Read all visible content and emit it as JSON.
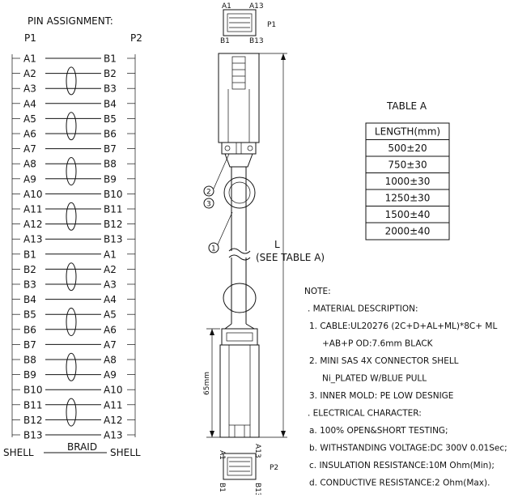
{
  "pin_assignment": {
    "title": "PIN ASSIGNMENT:",
    "left_header": "P1",
    "right_header": "P2",
    "rows": [
      {
        "left": "A1",
        "right": "B1"
      },
      {
        "left": "A2",
        "right": "B2"
      },
      {
        "left": "A3",
        "right": "B3"
      },
      {
        "left": "A4",
        "right": "B4"
      },
      {
        "left": "A5",
        "right": "B5"
      },
      {
        "left": "A6",
        "right": "B6"
      },
      {
        "left": "A7",
        "right": "B7"
      },
      {
        "left": "A8",
        "right": "B8"
      },
      {
        "left": "A9",
        "right": "B9"
      },
      {
        "left": "A10",
        "right": "B10"
      },
      {
        "left": "A11",
        "right": "B11"
      },
      {
        "left": "A12",
        "right": "B12"
      },
      {
        "left": "A13",
        "right": "B13"
      },
      {
        "left": "B1",
        "right": "A1"
      },
      {
        "left": "B2",
        "right": "A2"
      },
      {
        "left": "B3",
        "right": "A3"
      },
      {
        "left": "B4",
        "right": "A4"
      },
      {
        "left": "B5",
        "right": "A5"
      },
      {
        "left": "B6",
        "right": "A6"
      },
      {
        "left": "B7",
        "right": "A7"
      },
      {
        "left": "B8",
        "right": "A8"
      },
      {
        "left": "B9",
        "right": "A9"
      },
      {
        "left": "B10",
        "right": "A10"
      },
      {
        "left": "B11",
        "right": "A11"
      },
      {
        "left": "B12",
        "right": "A12"
      },
      {
        "left": "B13",
        "right": "A13"
      }
    ],
    "shell_left": "SHELL",
    "shell_right": "SHELL",
    "braid": "BRAID"
  },
  "drawing": {
    "p1_label": "P1",
    "p2_label": "P2",
    "pin_a1": "A1",
    "pin_a13": "A13",
    "pin_b1": "B1",
    "pin_b13": "B13",
    "callouts": [
      "1",
      "2",
      "3"
    ],
    "length_label": "L",
    "length_note": "(SEE TABLE A)",
    "dim_65": "65mm"
  },
  "table_a": {
    "title": "TABLE A",
    "header": "LENGTH(mm)",
    "rows": [
      "500±20",
      "750±30",
      "1000±30",
      "1250±30",
      "1500±40",
      "2000±40"
    ]
  },
  "notes": [
    "NOTE:",
    ". MATERIAL DESCRIPTION:",
    "1. CABLE:UL20276 (2C+D+AL+ML)*8C+ ML",
    "+AB+P OD:7.6mm BLACK",
    "2. MINI SAS 4X CONNECTOR SHELL",
    "Ni_PLATED W/BLUE PULL",
    "3. INNER MOLD: PE LOW DESNIGE",
    ". ELECTRICAL CHARACTER:",
    "a. 100% OPEN&SHORT TESTING;",
    "b. WITHSTANDING VOLTAGE:DC 300V 0.01Sec;",
    "c. INSULATION RESISTANCE:10M Ohm(Min);",
    "d. CONDUCTIVE RESISTANCE:2 Ohm(Max)."
  ]
}
